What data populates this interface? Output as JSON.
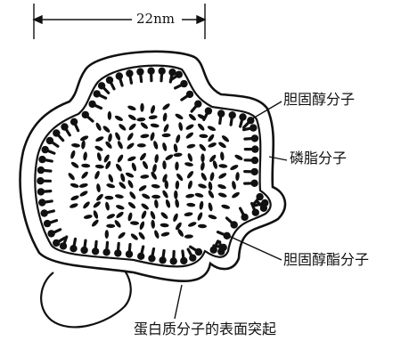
{
  "scale_bar": {
    "label": "22nm"
  },
  "labels": {
    "cholesterol": "胆固醇分子",
    "phospholipid": "磷脂分子",
    "cholesteryl_ester": "胆固醇酯分子",
    "apoprotein": "蛋白质分子的表面突起"
  },
  "colors": {
    "ink": "#111111",
    "background": "#ffffff"
  }
}
